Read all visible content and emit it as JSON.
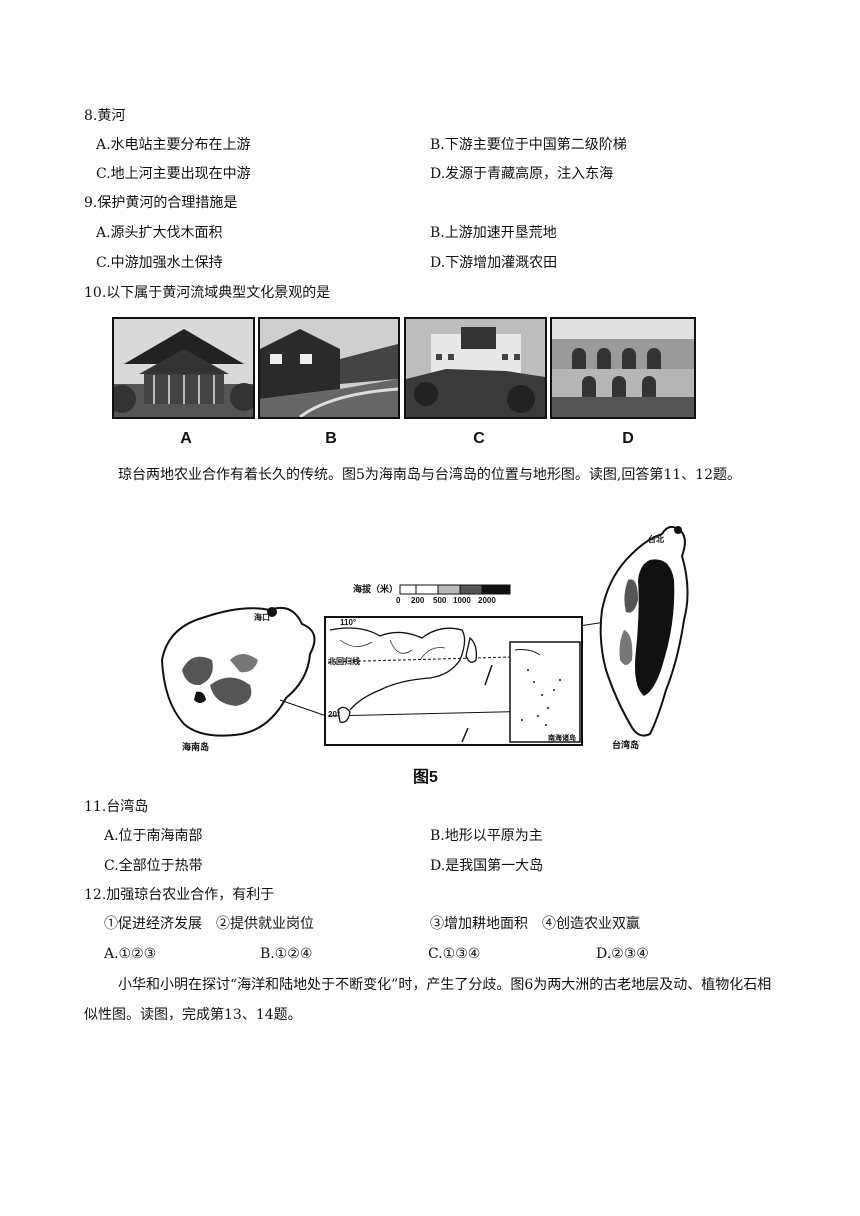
{
  "q8": {
    "stem": "8.黄河",
    "A": "A.水电站主要分布在上游",
    "B": "B.下游主要位于中国第二级阶梯",
    "C": "C.地上河主要出现在中游",
    "D": "D.发源于青藏高原，注入东海"
  },
  "q9": {
    "stem": "9.保护黄河的合理措施是",
    "A": "A.源头扩大伐木面积",
    "B": "B.上游加速开垦荒地",
    "C": "C.中游加强水土保持",
    "D": "D.下游增加灌溉农田"
  },
  "q10": {
    "stem": "10.以下属于黄河流域典型文化景观的是",
    "labels": [
      "A",
      "B",
      "C",
      "D"
    ]
  },
  "passage1": "琼台两地农业合作有着长久的传统。图5为海南岛与台湾岛的位置与地形图。读图,回答第11、12题。",
  "figure5": {
    "caption": "图5",
    "legend_title": "海拔（米）",
    "legend_ticks": [
      "0",
      "200",
      "500",
      "1000",
      "2000"
    ],
    "hainan_label": "海南岛",
    "haikou_label": "海口",
    "taiwan_label": "台湾岛",
    "taibei_label": "台北",
    "tropic_label": "北回归线",
    "lon_label": "110°",
    "lat_label": "20°",
    "inset_label": "南海诸岛"
  },
  "q11": {
    "stem": "11.台湾岛",
    "A": "A.位于南海南部",
    "B": "B.地形以平原为主",
    "C": "C.全部位于热带",
    "D": "D.是我国第一大岛"
  },
  "q12": {
    "stem": "12.加强琼台农业合作，有利于",
    "item1": "①促进经济发展　②提供就业岗位",
    "item2": "③增加耕地面积　④创造农业双赢",
    "A": "A.①②③",
    "B": "B.①②④",
    "C": "C.①③④",
    "D": "D.②③④"
  },
  "passage2": "小华和小明在探讨“海洋和陆地处于不断变化”时，产生了分歧。图6为两大洲的古老地层及动、植物化石相似性图。读图，完成第13、14题。"
}
